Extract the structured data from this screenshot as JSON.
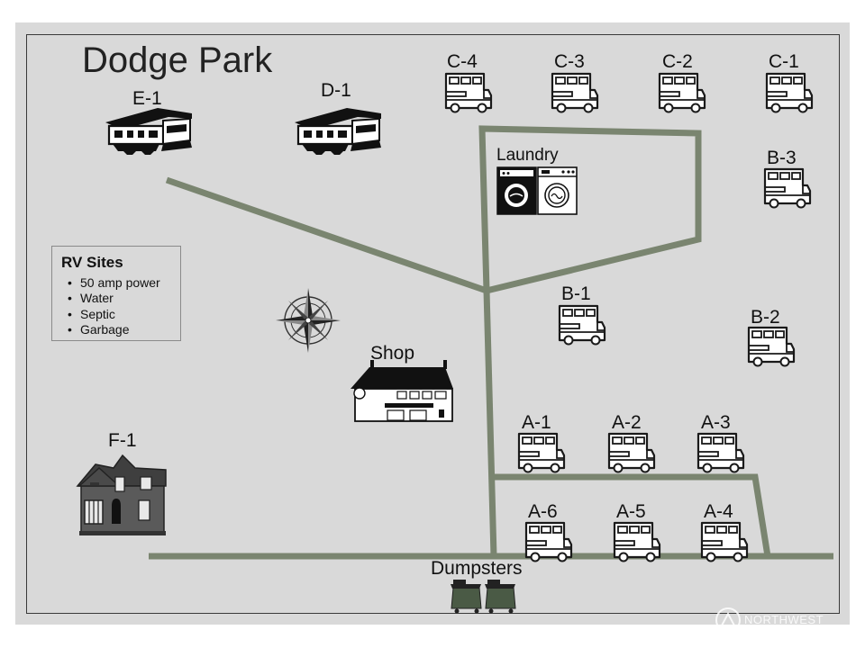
{
  "map": {
    "title": "Dodge Park",
    "sites": {
      "c4": "C-4",
      "c3": "C-3",
      "c2": "C-2",
      "c1": "C-1",
      "b3": "B-3",
      "b1": "B-1",
      "b2": "B-2",
      "a1": "A-1",
      "a2": "A-2",
      "a3": "A-3",
      "a6": "A-6",
      "a5": "A-5",
      "a4": "A-4",
      "e1": "E-1",
      "d1": "D-1",
      "f1": "F-1"
    },
    "facilities": {
      "laundry": "Laundry",
      "shop": "Shop",
      "dumpsters": "Dumpsters"
    },
    "legend": {
      "heading": "RV Sites",
      "items": [
        "50 amp power",
        "Water",
        "Septic",
        "Garbage"
      ]
    },
    "watermark": "NORTHWEST",
    "colors": {
      "road": "#7a8570",
      "background": "#d9d9d9",
      "icon": "#1a1a1a",
      "dumpster": "#4a5a45"
    },
    "icons": {
      "rv": "rv-icon",
      "manufactured_home": "manufactured-home-icon",
      "laundry": "washer-dryer-icon",
      "shop": "shop-building-icon",
      "house": "house-icon",
      "compass": "compass-rose-icon",
      "dumpster": "dumpster-icon"
    }
  }
}
